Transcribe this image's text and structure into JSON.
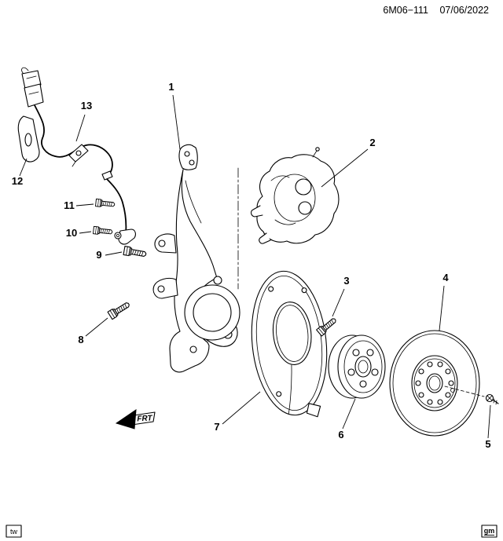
{
  "header": {
    "doc_number": "6M06−111",
    "date": "07/06/2022"
  },
  "callouts": [
    "1",
    "2",
    "3",
    "4",
    "5",
    "6",
    "7",
    "8",
    "9",
    "10",
    "11",
    "12",
    "13"
  ],
  "direction_indicator": {
    "label": "FRT"
  },
  "corner_marks": {
    "left": "tw",
    "right": "gm"
  },
  "colors": {
    "ink": "#000000",
    "paper": "#ffffff"
  }
}
